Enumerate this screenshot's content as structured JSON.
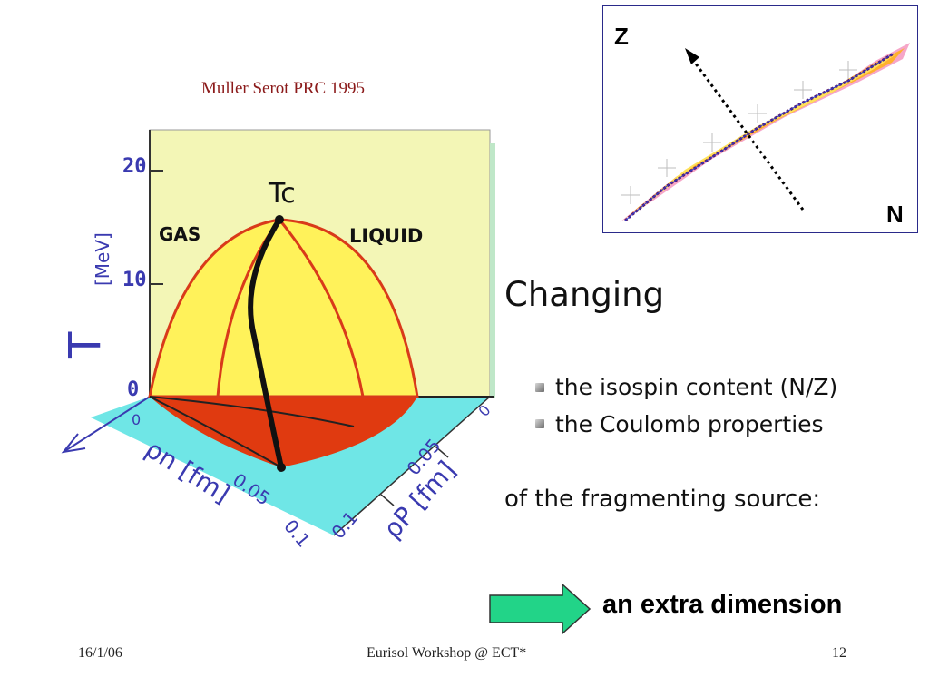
{
  "slide": {
    "citation": "Muller Serot PRC 1995",
    "heading": "Changing",
    "bullets": [
      "the isospin content (N/Z)",
      "the Coulomb properties"
    ],
    "tail": "of the fragmenting source:",
    "emphasis": "an extra dimension"
  },
  "phase_diagram": {
    "axis_label_t": "T",
    "axis_unit_t": "[MeV]",
    "t_ticks": [
      "20",
      "10",
      "0"
    ],
    "critical_point_label": "Tc",
    "region_gas": "GAS",
    "region_liquid": "LIQUID",
    "axis_label_rho_n": "ρn [fm]",
    "axis_label_rho_p": "ρP [fm]",
    "rho_n_ticks": [
      "0",
      "0.05",
      "0.1"
    ],
    "rho_p_ticks": [
      "0",
      "0.05",
      "0.1"
    ]
  },
  "inset": {
    "label_z": "Z",
    "label_n": "N"
  },
  "footer": {
    "date": "16/1/06",
    "event": "Eurisol Workshop @ ECT*",
    "page": "12"
  },
  "colors": {
    "citation": "#8b1a1a",
    "arrow_fill": "#22d488",
    "phase_background": "#f3f6b6",
    "phase_dome": "#fff25a",
    "phase_base": "#e03a10",
    "phase_floor": "#6fe6e6"
  }
}
